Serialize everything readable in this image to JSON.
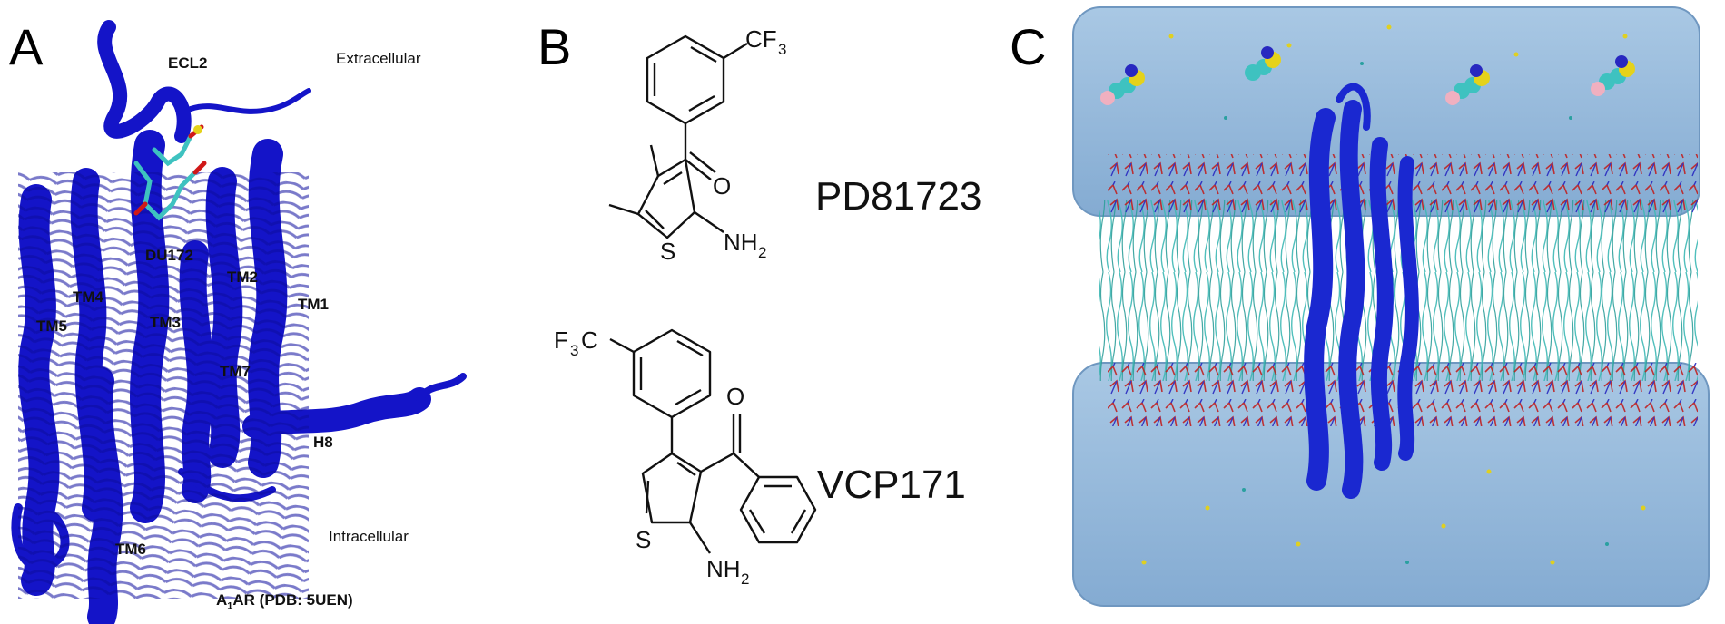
{
  "panels": {
    "a": {
      "letter": "A",
      "labels": {
        "ecl2": "ECL2",
        "extracellular": "Extracellular",
        "ligand": "DU172",
        "tm1": "TM1",
        "tm2": "TM2",
        "tm3": "TM3",
        "tm4": "TM4",
        "tm5": "TM5",
        "tm6": "TM6",
        "tm7": "TM7",
        "h8": "H8",
        "intracellular": "Intracellular",
        "caption_prefix": "A",
        "caption_sub": "1",
        "caption_suffix": "AR (PDB: 5UEN)"
      }
    },
    "b": {
      "letter": "B",
      "molecule1": {
        "name": "PD81723",
        "atoms": {
          "cf3": "CF",
          "cf3_sub": "3",
          "o": "O",
          "s": "S",
          "nh2": "NH",
          "nh2_sub": "2"
        }
      },
      "molecule2": {
        "name": "VCP171",
        "atoms": {
          "f3c_pre": "F",
          "f3c_sub": "3",
          "f3c_post": "C",
          "o": "O",
          "s": "S",
          "nh2": "NH",
          "nh2_sub": "2"
        }
      }
    },
    "c": {
      "letter": "C"
    }
  },
  "colors": {
    "protein": "#1414c8",
    "ligand_carbon": "#3ec2c0",
    "oxygen": "#d01818",
    "sulfur": "#e5d21a",
    "water_box": "#8fb6d8",
    "lipid_tail": "#3cb8b4",
    "ion": "#e0d020"
  }
}
